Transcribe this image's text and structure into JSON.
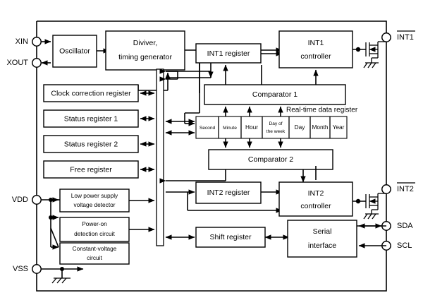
{
  "diagram": {
    "title": "Real-time clock IC internal block diagram",
    "stroke_color": "#000000",
    "background_color": "#ffffff"
  },
  "pins": {
    "left": [
      {
        "name": "XIN",
        "label": "XIN",
        "overline": false
      },
      {
        "name": "XOUT",
        "label": "XOUT",
        "overline": false
      },
      {
        "name": "VDD",
        "label": "VDD",
        "overline": false
      },
      {
        "name": "VSS",
        "label": "VSS",
        "overline": false
      }
    ],
    "right": [
      {
        "name": "INT1",
        "label": "INT1",
        "overline": true
      },
      {
        "name": "INT2",
        "label": "INT2",
        "overline": true
      },
      {
        "name": "SDA",
        "label": "SDA",
        "overline": false
      },
      {
        "name": "SCL",
        "label": "SCL",
        "overline": false
      }
    ]
  },
  "blocks": {
    "oscillator": "Oscillator",
    "divider_line1": "Diviver,",
    "divider_line2": "timing generator",
    "clock_correction_register": "Clock correction register",
    "status_register_1": "Status register 1",
    "status_register_2": "Status register 2",
    "free_register": "Free register",
    "low_power_line1": "Low power supply",
    "low_power_line2": "voltage detector",
    "power_on_line1": "Power-on",
    "power_on_line2": "detection circuit",
    "constant_voltage_line1": "Constant-voltage",
    "constant_voltage_line2": "circuit",
    "int1_register": "INT1 register",
    "int1_controller_line1": "INT1",
    "int1_controller_line2": "controller",
    "int2_register": "INT2 register",
    "int2_controller_line1": "INT2",
    "int2_controller_line2": "controller",
    "comparator_1": "Comparator 1",
    "comparator_2": "Comparator 2",
    "shift_register": "Shift register",
    "serial_interface_line1": "Serial",
    "serial_interface_line2": "interface"
  },
  "realtime_register": {
    "caption": "Real-time data register",
    "cells": [
      {
        "label": "Second",
        "line1": "Second",
        "line2": ""
      },
      {
        "label": "Minute",
        "line1": "Minute",
        "line2": ""
      },
      {
        "label": "Hour",
        "line1": "Hour",
        "line2": ""
      },
      {
        "label": "Day of the week",
        "line1": "Day of",
        "line2": "the week"
      },
      {
        "label": "Day",
        "line1": "Day",
        "line2": ""
      },
      {
        "label": "Month",
        "line1": "Month",
        "line2": ""
      },
      {
        "label": "Year",
        "line1": "Year",
        "line2": ""
      }
    ]
  }
}
